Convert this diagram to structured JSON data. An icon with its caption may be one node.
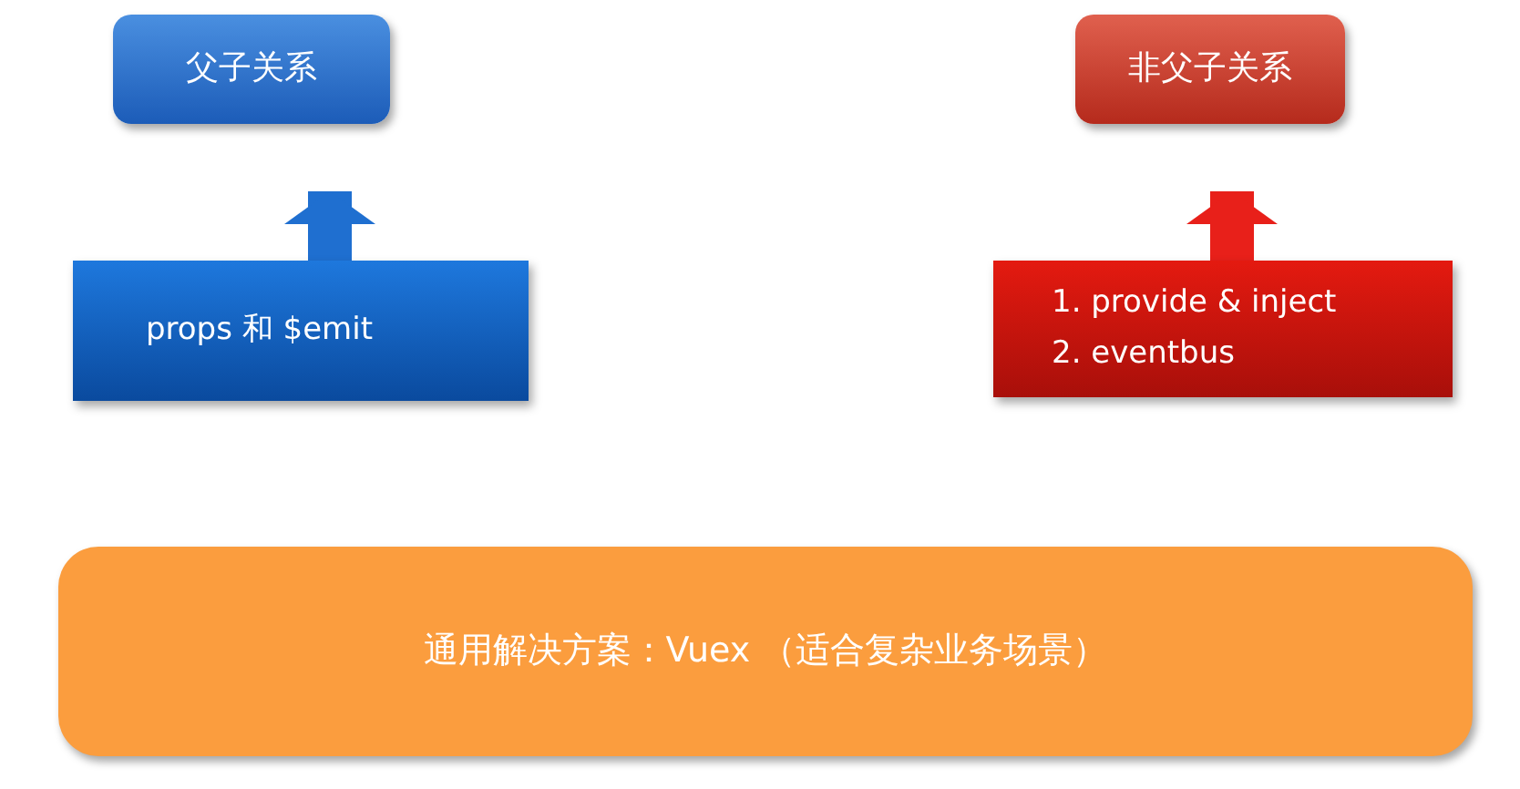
{
  "diagram": {
    "nodes": [
      {
        "text": [
          "父子关系"
        ]
      },
      {
        "text": [
          "非父子关系"
        ]
      },
      {
        "text": [
          "props 和 $emit"
        ]
      },
      {
        "text": [
          "1. provide & inject",
          "2. eventbus"
        ]
      },
      {
        "text": [
          "通用解决方案：Vuex （适合复杂业务场景）"
        ]
      }
    ],
    "edges": [
      {
        "from": 2,
        "to": 0,
        "arrow": "to",
        "color": "#1f6fd0"
      },
      {
        "from": 3,
        "to": 1,
        "arrow": "to",
        "color": "#e8201a"
      }
    ]
  }
}
